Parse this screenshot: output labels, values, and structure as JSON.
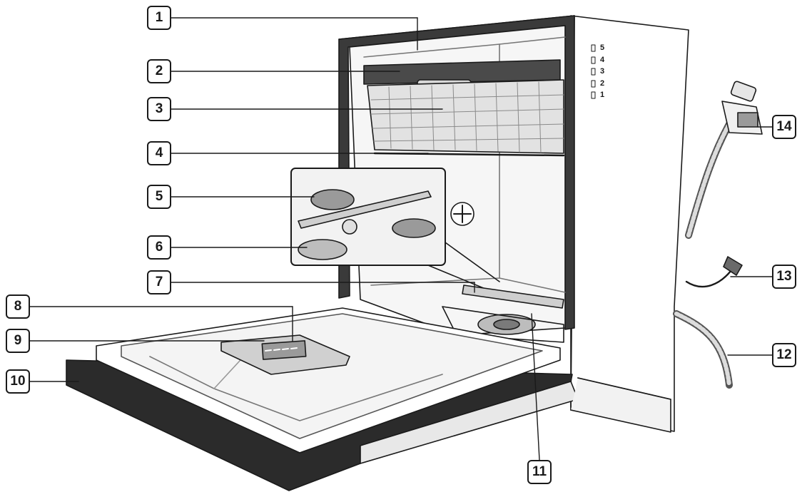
{
  "callouts": [
    "1",
    "2",
    "3",
    "4",
    "5",
    "6",
    "7",
    "8",
    "9",
    "10",
    "11",
    "12",
    "13",
    "14"
  ],
  "level_marks": [
    "5",
    "4",
    "3",
    "2",
    "1"
  ],
  "colors": {
    "stroke": "#1a1a1a",
    "panel_dark": "#2b2b2b",
    "panel_light": "#e8e8e8",
    "basket": "#8a8a8a"
  }
}
